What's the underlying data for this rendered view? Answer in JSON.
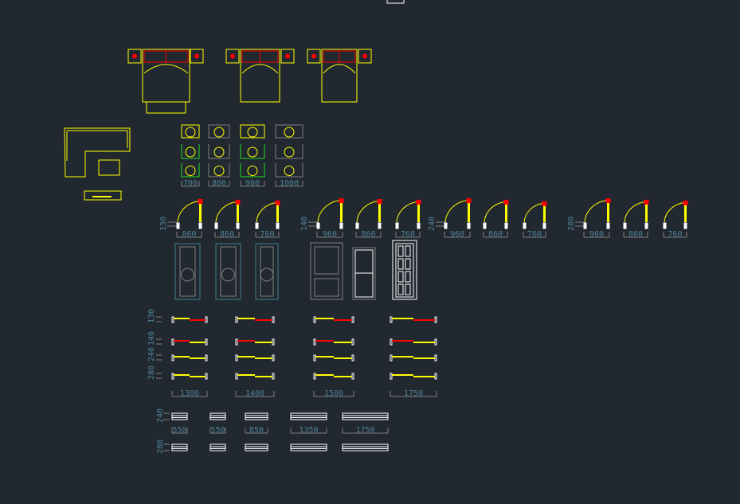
{
  "colors": {
    "background": "#212830",
    "yellow": "#ffff00",
    "red": "#ff0000",
    "white": "#ffffff",
    "green": "#22dd22",
    "gray": "#808080",
    "teal": "#3f7f8f",
    "dim": "#4f8296"
  },
  "sinks": {
    "widths": [
      "700",
      "800",
      "900",
      "1000"
    ]
  },
  "swing_doors": {
    "groups": [
      {
        "thickness": "130",
        "widths": [
          "860",
          "860",
          "760"
        ]
      },
      {
        "thickness": "140",
        "widths": [
          "960",
          "860",
          "760"
        ]
      },
      {
        "thickness": "240",
        "widths": [
          "960",
          "860",
          "760"
        ]
      },
      {
        "thickness": "280",
        "widths": [
          "960",
          "860",
          "760"
        ]
      }
    ]
  },
  "sliding_doors": {
    "thicknesses": [
      "130",
      "140",
      "240",
      "280"
    ],
    "widths": [
      "1300",
      "1400",
      "1500",
      "1750"
    ]
  },
  "windows": {
    "thicknesses": [
      "240",
      "280"
    ],
    "widths": [
      "550",
      "550",
      "850",
      "1350",
      "1750"
    ]
  }
}
